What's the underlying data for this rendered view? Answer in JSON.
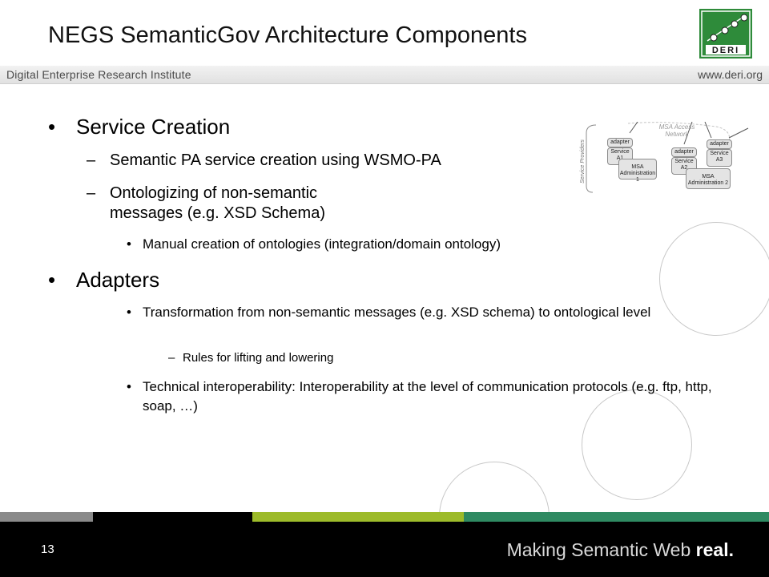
{
  "header": {
    "title": "NEGS SemanticGov Architecture Components",
    "institute": "Digital Enterprise Research Institute",
    "website": "www.deri.org",
    "logo_text": "DERI"
  },
  "content": {
    "bullet_mark": "•",
    "dash_mark": "–",
    "section1": {
      "heading": "Service Creation",
      "items": [
        {
          "text": "Semantic PA service creation using WSMO-PA"
        },
        {
          "text": "Ontologizing of non-semantic messages (e.g. XSD Schema)"
        }
      ],
      "subitems": [
        {
          "text": "Manual creation of ontologies (integration/domain ontology)"
        }
      ]
    },
    "section2": {
      "heading": "Adapters",
      "subitems": [
        {
          "text": "Transformation from non-semantic messages (e.g. XSD schema) to ontological level"
        },
        {
          "text": "Technical interoperability: Interoperability at the level of communication protocols (e.g. ftp, http, soap, …)"
        }
      ],
      "detail": "Rules for lifting and lowering"
    }
  },
  "diagram": {
    "side_label": "Service Providers",
    "network_label": "MSA Access Network",
    "boxes": {
      "adapter": "adapter",
      "service_a1": "Service A1",
      "service_a2": "Service A2",
      "service_a3": "Service A3",
      "msa_admin1": "MSA Administration 1",
      "msa_admin2": "MSA Administration 2"
    }
  },
  "footer": {
    "page_number": "13",
    "tagline_prefix": "Making Semantic Web ",
    "tagline_bold": "real."
  },
  "colors": {
    "stripe_gray": "#8a8a8a",
    "stripe_black": "#000000",
    "stripe_lime": "#9dbb2a",
    "stripe_green": "#2f8a62",
    "logo_green": "#2e8b3a"
  }
}
